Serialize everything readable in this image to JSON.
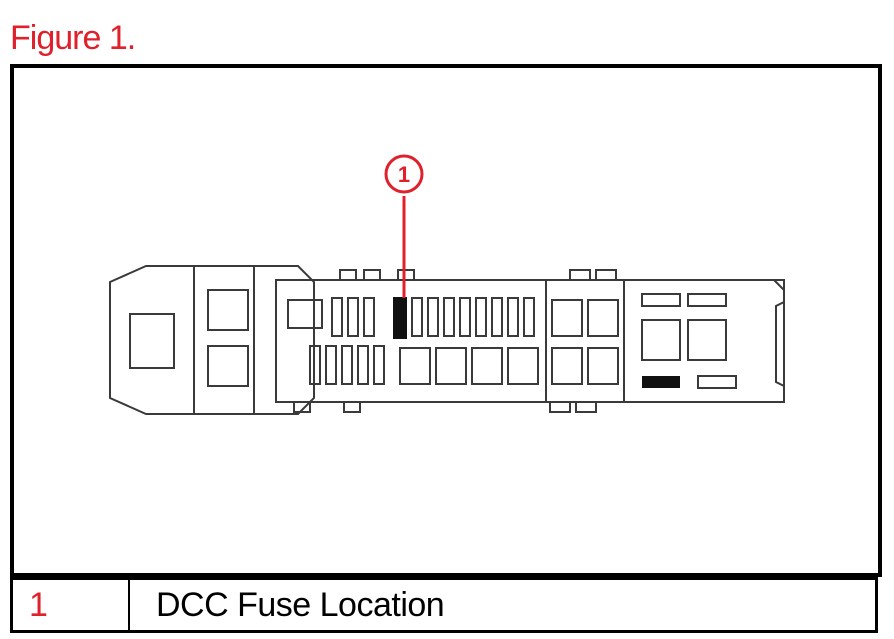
{
  "figure": {
    "title": "Figure 1."
  },
  "callout": {
    "number": "1"
  },
  "legend": [
    {
      "number": "1",
      "description": "DCC Fuse Location"
    }
  ],
  "colors": {
    "accent": "#e0202a",
    "line": "#3a3a3a",
    "highlight": "#111111"
  },
  "icons": {
    "callout": "circled-number-icon",
    "fuse": "fuse-block-icon"
  }
}
